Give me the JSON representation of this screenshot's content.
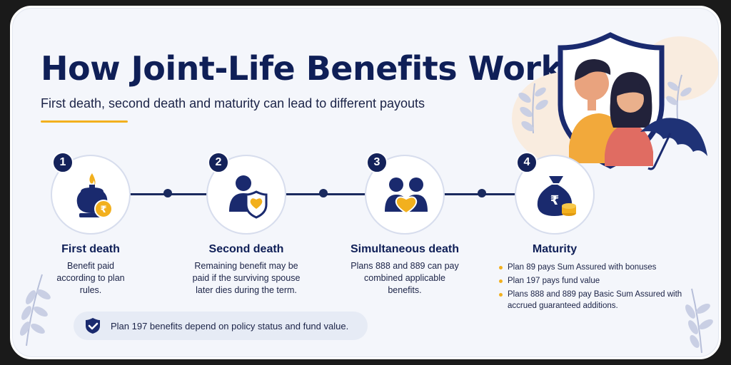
{
  "header": {
    "title": "How Joint-Life Benefits Work",
    "subtitle": "First death, second death and maturity can lead to different payouts"
  },
  "colors": {
    "navy": "#0f1f57",
    "accent": "#f2b01e",
    "background": "#f4f6fb"
  },
  "steps": [
    {
      "number": "1",
      "title": "First death",
      "description": "Benefit paid according to plan rules.",
      "icon": "urn-with-rupee-coin-icon"
    },
    {
      "number": "2",
      "title": "Second death",
      "description": "Remaining benefit may be paid if the surviving spouse later dies during the term.",
      "icon": "person-with-heart-shield-icon"
    },
    {
      "number": "3",
      "title": "Simultaneous death",
      "description": "Plans 888 and 889 can pay combined applicable benefits.",
      "icon": "couple-with-heart-icon"
    },
    {
      "number": "4",
      "title": "Maturity",
      "bullets": [
        "Plan 89 pays Sum Assured with bonuses",
        "Plan 197 pays fund value",
        "Plans 888 and 889 pay Basic Sum Assured with accrued guaranteed additions."
      ],
      "icon": "money-bag-with-coins-icon"
    }
  ],
  "note": {
    "text": "Plan 197 benefits depend on policy status and fund value.",
    "icon": "shield-check-icon"
  }
}
